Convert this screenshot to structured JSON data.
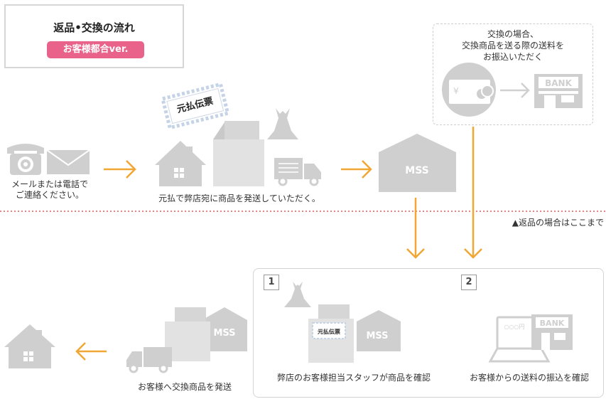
{
  "title": {
    "heading": "返品•交換の流れ",
    "badge": "お客様都合ver."
  },
  "step1_caption": "メールまたは電話で\nご連絡ください。",
  "ship_caption": "元払で弊店宛に商品を発送していただく。",
  "slip_label": "元払伝票",
  "warehouse_label": "MSS",
  "exchange_note": "交換の場合、\n交換商品を送る際の送料を\nお振込いただく",
  "bank_label": "BANK",
  "yen_symbol": "¥",
  "return_end_note": "▲返品の場合はここまで",
  "check_steps": [
    {
      "number": "1",
      "caption": "弊店のお客様担当スタッフが商品を確認"
    },
    {
      "number": "2",
      "caption": "お客様からの送料の振込を確認"
    }
  ],
  "screen_text": "○○○円",
  "final_caption": "お客様へ交換商品を発送",
  "colors": {
    "accent_orange": "#f0a733",
    "badge_pink": "#e8628a",
    "icon_gray": "#cfcfcf",
    "divider_red": "#e05a5a"
  }
}
